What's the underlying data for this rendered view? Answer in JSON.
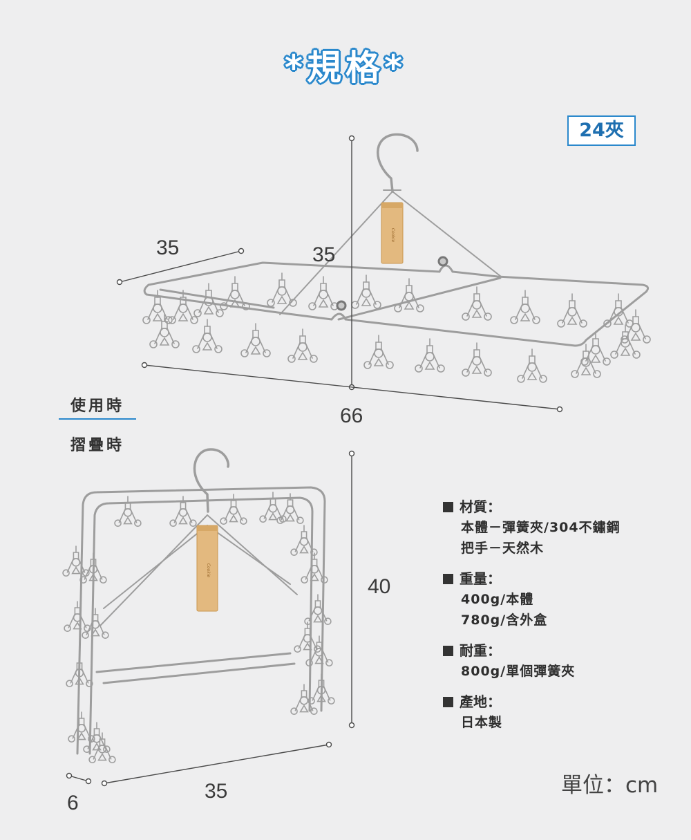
{
  "title": "*規格*",
  "badge": "24夾",
  "dimensions": {
    "open_depth": "35",
    "open_width_short": "35",
    "open_length": "66",
    "folded_height": "40",
    "folded_thickness": "6",
    "folded_width": "35"
  },
  "states": {
    "in_use": "使用時",
    "folded": "摺疊時"
  },
  "specs": [
    {
      "label": "材質：",
      "lines": [
        "本體－彈簧夾/304不鏽鋼",
        "把手－天然木"
      ]
    },
    {
      "label": "重量：",
      "lines": [
        "400g/本體",
        "780g/含外盒"
      ]
    },
    {
      "label": "耐重：",
      "lines": [
        "800g/單個彈簧夾"
      ]
    },
    {
      "label": "產地：",
      "lines": [
        "日本製"
      ]
    }
  ],
  "unit": "單位：cm",
  "colors": {
    "accent": "#2a88cc",
    "background": "#eeeeef",
    "wood": "#e3b97f",
    "metal": "#9d9d9d"
  }
}
